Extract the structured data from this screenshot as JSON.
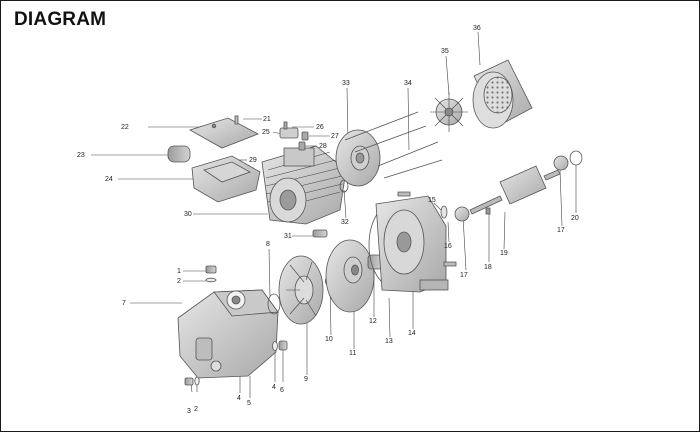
{
  "title": "DIAGRAM",
  "callouts": [
    {
      "id": "c1",
      "text": "1"
    },
    {
      "id": "c2a",
      "text": "2"
    },
    {
      "id": "c2b",
      "text": "2"
    },
    {
      "id": "c3",
      "text": "3"
    },
    {
      "id": "c4a",
      "text": "4"
    },
    {
      "id": "c4b",
      "text": "4"
    },
    {
      "id": "c5",
      "text": "5"
    },
    {
      "id": "c6",
      "text": "6"
    },
    {
      "id": "c7",
      "text": "7"
    },
    {
      "id": "c8",
      "text": "8"
    },
    {
      "id": "c9",
      "text": "9"
    },
    {
      "id": "c10",
      "text": "10"
    },
    {
      "id": "c11",
      "text": "11"
    },
    {
      "id": "c12",
      "text": "12"
    },
    {
      "id": "c13",
      "text": "13"
    },
    {
      "id": "c14",
      "text": "14"
    },
    {
      "id": "c15",
      "text": "15"
    },
    {
      "id": "c16",
      "text": "16"
    },
    {
      "id": "c17a",
      "text": "17"
    },
    {
      "id": "c17b",
      "text": "17"
    },
    {
      "id": "c18",
      "text": "18"
    },
    {
      "id": "c19",
      "text": "19"
    },
    {
      "id": "c20",
      "text": "20"
    },
    {
      "id": "c21",
      "text": "21"
    },
    {
      "id": "c22",
      "text": "22"
    },
    {
      "id": "c23",
      "text": "23"
    },
    {
      "id": "c24",
      "text": "24"
    },
    {
      "id": "c25",
      "text": "25"
    },
    {
      "id": "c26",
      "text": "26"
    },
    {
      "id": "c27",
      "text": "27"
    },
    {
      "id": "c28",
      "text": "28"
    },
    {
      "id": "c29",
      "text": "29"
    },
    {
      "id": "c30",
      "text": "30"
    },
    {
      "id": "c31",
      "text": "31"
    },
    {
      "id": "c32",
      "text": "32"
    },
    {
      "id": "c33",
      "text": "33"
    },
    {
      "id": "c34",
      "text": "34"
    },
    {
      "id": "c35",
      "text": "35"
    },
    {
      "id": "c36",
      "text": "36"
    }
  ]
}
